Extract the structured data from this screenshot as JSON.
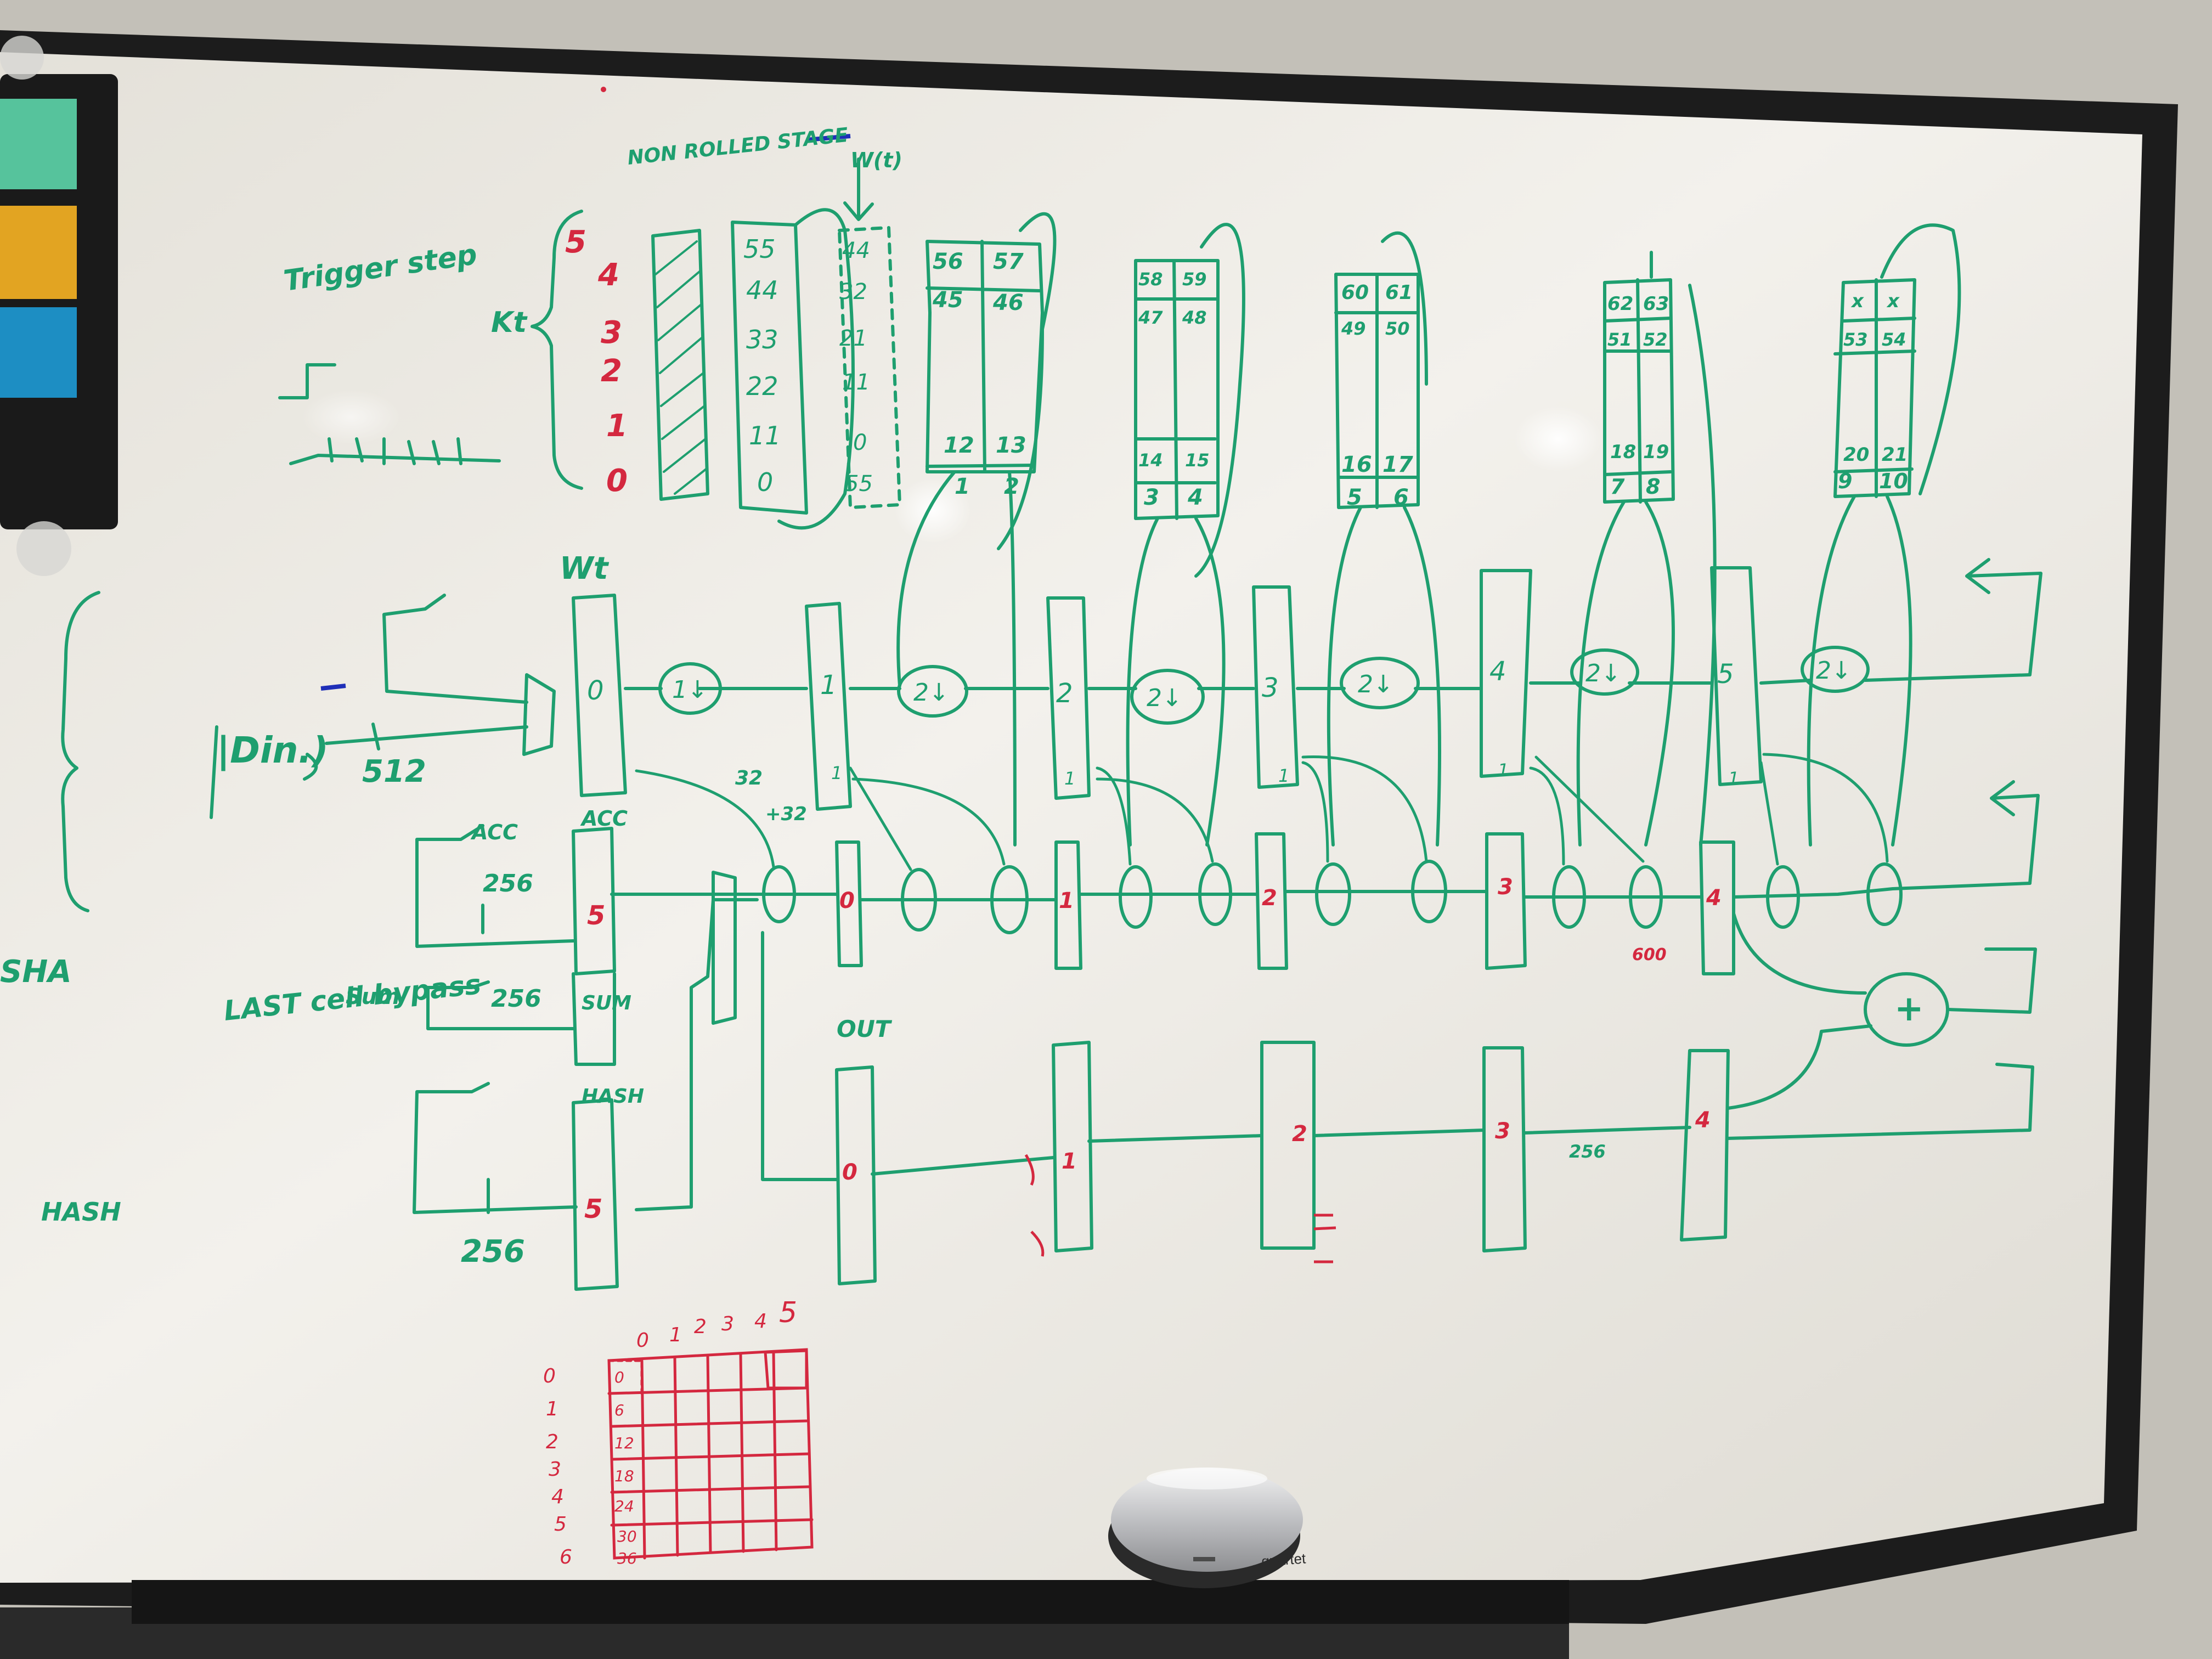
{
  "colors": {
    "wall": "#c4c1b9",
    "board": "#ece9e2",
    "frame": "#1d1d1d",
    "ink_green": "#1e9f6f",
    "ink_red": "#d4283f",
    "ink_blue": "#1f2fb8",
    "magnet_teal": "#56c39c",
    "magnet_yellow": "#e2a422",
    "magnet_blue": "#1d8ec3",
    "eraser": "#c9cacc"
  },
  "notes": {
    "trigger_step": "Trigger step",
    "non_rolled": "NON ROLLED STAGE",
    "wt_top": "W(t)",
    "kt": "Kt",
    "din": "|Din.)",
    "n512": "512",
    "n256_a": "256",
    "n256_b": "256",
    "n256_c": "256",
    "wt": "Wt",
    "acc_l": "ACC",
    "acc_r": "ACC",
    "last_cell": "LAST cell bypass",
    "sum": "Sum",
    "sum_r": "SUM",
    "hash_l": "HASH",
    "hash_r": "HASH",
    "sha": "SHA",
    "out": "OUT",
    "n32": "32",
    "n32b": "+32",
    "n600": "600",
    "n256_d": "256",
    "eraser_brand": "quartet"
  },
  "kt_stack": {
    "red": [
      "5",
      "4",
      "3",
      "2",
      "1",
      "0"
    ],
    "col1": [
      "55",
      "44",
      "33",
      "22",
      "11",
      "0"
    ],
    "col2": [
      "44",
      "32",
      "21",
      "11",
      "0",
      "55"
    ]
  },
  "pipeline": {
    "wt_cells": [
      "0",
      "1",
      "2",
      "3",
      "4",
      "5"
    ],
    "wt_bottom": [
      "1",
      "1",
      "1",
      "1",
      "1"
    ],
    "ops": [
      "1↓",
      "2↓",
      "2↓",
      "2↓",
      "2↓",
      "2↓"
    ],
    "acc_cells": [
      "0",
      "1",
      "2",
      "3",
      "4"
    ],
    "out_cells": [
      "0",
      "1",
      "2",
      "3",
      "4"
    ],
    "reg5": "5",
    "reg5b": "5",
    "plus": "+"
  },
  "blocks": [
    {
      "top": [
        "56",
        "57",
        "45",
        "46"
      ],
      "bot": [
        "12",
        "13",
        "1",
        "2"
      ]
    },
    {
      "top": [
        "58",
        "59",
        "47",
        "48"
      ],
      "bot": [
        "14",
        "15",
        "3",
        "4"
      ]
    },
    {
      "top": [
        "60",
        "61",
        "49",
        "50"
      ],
      "bot": [
        "16",
        "17",
        "5",
        "6"
      ]
    },
    {
      "top": [
        "62",
        "63",
        "51",
        "52"
      ],
      "bot": [
        "18",
        "19",
        "7",
        "8"
      ]
    },
    {
      "top": [
        "x",
        "x",
        "53",
        "54"
      ],
      "bot": [
        "20",
        "21",
        "9",
        "10"
      ]
    }
  ],
  "grid": {
    "cols": [
      "0",
      "1",
      "2",
      "3",
      "4",
      "5"
    ],
    "rows": [
      "0",
      "1",
      "2",
      "3",
      "4",
      "5",
      "6"
    ],
    "cells": [
      "0",
      "6",
      "12",
      "18",
      "24",
      "30",
      "36"
    ]
  }
}
